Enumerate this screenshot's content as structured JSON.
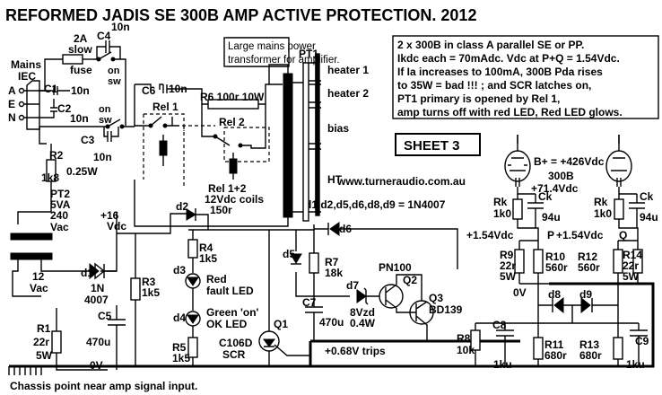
{
  "title": "REFORMED JADIS SE 300B AMP ACTIVE PROTECTION. 2012",
  "sheet": "SHEET 3",
  "website": "www.turneraudio.com.au",
  "notes": {
    "mains_box": [
      "Large mains power",
      "transformer for amplifier."
    ],
    "info_box": [
      "2 x 300B in class A  parallel SE or PP.",
      "Ikdc each = 70mAdc.  Vdc at P+Q = 1.54Vdc.",
      "If Ia increases to 100mA,  300B Pda rises",
      "to 35W = bad !!! ; and SCR latches on,",
      "PT1 primary is opened by Rel 1,",
      "amp turns off with red LED, Red LED glows."
    ],
    "diode_list": "d1,d2,d5,d6,d8,d9 = 1N4007",
    "chassis": "Chassis point near amp signal input."
  },
  "labels": {
    "mains": "Mains",
    "iec": "IEC",
    "a": "A",
    "e": "E",
    "n": "N",
    "fuse": [
      "2A",
      "slow",
      "fuse"
    ],
    "c4": "C4",
    "c4v": "10n",
    "sw1": [
      "on",
      "sw"
    ],
    "sw2": [
      "on",
      "sw"
    ],
    "c1": "C1",
    "c1v": "10n",
    "c2": "C2",
    "c2v": "10n",
    "c3": "C3",
    "c3v": "10n",
    "c6": "C6",
    "c6v": "10n",
    "r6": "R6 100r 10W",
    "rel1": "Rel 1",
    "rel2": "Rel 2",
    "rel_coils": [
      "Rel 1+2",
      "12Vdc coils",
      "150r"
    ],
    "pt1": "PT1",
    "heater1": "heater 1",
    "heater2": "heater 2",
    "bias": "bias",
    "ht": "HT",
    "r2": "R2",
    "r2v": "1k8",
    "r2w": "0.25W",
    "pt2": [
      "PT2",
      "5VA",
      "240",
      "Vac"
    ],
    "sec": [
      "12",
      "Vac"
    ],
    "d1": "d1",
    "d1v": [
      "1N",
      "4007"
    ],
    "r1": [
      "R1",
      "22r",
      "5W"
    ],
    "c5": [
      "C5",
      "470u"
    ],
    "v16": [
      "+16",
      "Vdc"
    ],
    "r3": [
      "R3",
      "1k5"
    ],
    "zero_v": "0V",
    "d2": "d2",
    "r4": [
      "R4",
      "1k5"
    ],
    "d3": "d3",
    "d3t": [
      "Red",
      "fault LED"
    ],
    "d4": "d4",
    "d4t": [
      "Green 'on'",
      "OK LED"
    ],
    "r5": [
      "R5",
      "1k5"
    ],
    "q1": "Q1",
    "scr": [
      "C106D",
      "SCR"
    ],
    "d5": "d5",
    "d6": "d6",
    "r7": [
      "R7",
      "18k"
    ],
    "c7": [
      "C7",
      "470u"
    ],
    "d7": "d7",
    "d7v": [
      "8Vzd",
      "0.4W"
    ],
    "pn100": "PN100",
    "q2": "Q2",
    "q3": [
      "Q3",
      "BD139"
    ],
    "trips": "+0.68V trips",
    "r8": [
      "R8",
      "10k"
    ],
    "c8": [
      "C8",
      "1ku"
    ],
    "r11": [
      "R11",
      "680r"
    ],
    "r13": [
      "R13",
      "680r"
    ],
    "c9": [
      "C9",
      "1ku"
    ],
    "d8": "d8",
    "d9": "d9",
    "r9": [
      "R9",
      "22r",
      "5W"
    ],
    "r10": [
      "R10",
      "560r"
    ],
    "r12": [
      "R12",
      "560r"
    ],
    "r14": [
      "R14",
      "22r",
      "5W"
    ],
    "zero_v2": "0V",
    "p": "P",
    "q": "Q",
    "vp": "+1.54Vdc",
    "vq": "+1.54Vdc",
    "rk1": [
      "Rk",
      "1k0"
    ],
    "ck1": [
      "Ck",
      "94u"
    ],
    "rk2": [
      "Rk",
      "1k0"
    ],
    "ck2": [
      "Ck",
      "94u"
    ],
    "v71": "+71.4Vdc",
    "bplus": "B+ = +426Vdc",
    "tube": "300B"
  }
}
